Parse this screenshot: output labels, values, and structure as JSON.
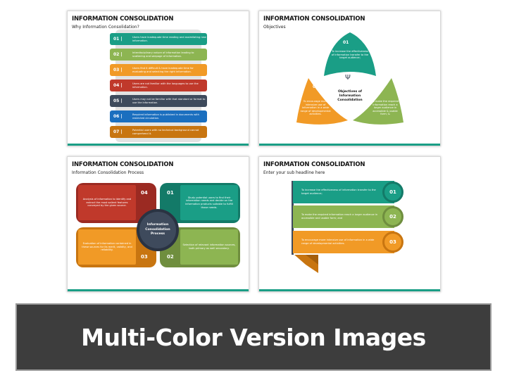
{
  "colors": {
    "teal": "#1a9e86",
    "green": "#8db552",
    "orange": "#f19a26",
    "red": "#c0392b",
    "slate": "#3e4a5c",
    "blue": "#1b6fbf",
    "amber": "#c87510"
  },
  "slides": [
    {
      "title": "INFORMATION CONSOLIDATION",
      "subtitle": "Why Information Consolidation?",
      "items": [
        {
          "num": "01 |",
          "text": "Users have inadequate time reading and assimilating new information."
        },
        {
          "num": "02 |",
          "text": "Interdisciplinary nature of information leading to scattering and seepage of information."
        },
        {
          "num": "03 |",
          "text": "Users find it difficult & have inadequate time for evaluating and selecting the right information."
        },
        {
          "num": "04 |",
          "text": "Users are not familiar with the languages to use the information."
        },
        {
          "num": "05 |",
          "text": "Users may not be familiar with that standard or format to use the information."
        },
        {
          "num": "06 |",
          "text": "Required information is published in documents with restricted circulation."
        },
        {
          "num": "07 |",
          "text": "Potential users with no technical background cannot comprehend it."
        }
      ]
    },
    {
      "title": "INFORMATION CONSOLIDATION",
      "subtitle": "Objectives",
      "center": "Objectives of Information Consolidation",
      "center_icon": "trident-icon",
      "items": [
        {
          "num": "01",
          "text": "To increase the effectiveness of information transfer to the target audience;"
        },
        {
          "num": "02",
          "text": "To make the required information reach a larger audience in accessible & usable form; &"
        },
        {
          "num": "03",
          "text": "To encourage more intensive use of information in a wide range of developmental activities."
        }
      ]
    },
    {
      "title": "INFORMATION CONSOLIDATION",
      "subtitle": "Information Consolidation Process",
      "center": "Information Consolidation Process",
      "items": [
        {
          "num": "01",
          "text": "Study potential users to find their information needs and decide on the information products suitable to fulfill those needs."
        },
        {
          "num": "02",
          "text": "Selection of relevant information sources, both primary as well secondary."
        },
        {
          "num": "03",
          "text": "Evaluation of information contained in these sources for its merit, validity, and reliability."
        },
        {
          "num": "04",
          "text": "Analysis of information to identify and extract the most salient features conveyed by the given source."
        }
      ]
    },
    {
      "title": "INFORMATION CONSOLIDATION",
      "subtitle": "Enter your sub headline here",
      "items": [
        {
          "num": "01",
          "text": "To increase the effectiveness of information transfer to the target audience;"
        },
        {
          "num": "02",
          "text": "To make the required information reach a larger audience in accessible and usable form; and"
        },
        {
          "num": "03",
          "text": "To encourage more intensive use of information in a wide range of developmental activities."
        }
      ]
    }
  ],
  "banner": "Multi-Color Version Images"
}
